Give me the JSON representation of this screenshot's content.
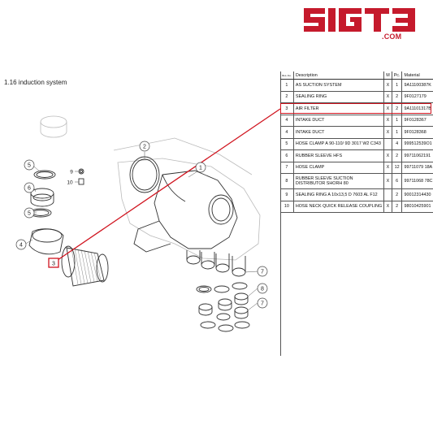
{
  "brand": {
    "logo_text": "SIGT3",
    "domain": ".COM",
    "brand_color": "#c51a2c"
  },
  "section": {
    "title": "1.16  induction system"
  },
  "highlight_color": "#d0141f",
  "diagram": {
    "callouts": [
      "2",
      "1",
      "5",
      "9",
      "10",
      "6",
      "5",
      "4",
      "3",
      "7",
      "8",
      "7"
    ]
  },
  "table": {
    "headers": {
      "pos": "Illus.-No.",
      "description": "Description",
      "m": "M",
      "pc": "Pc.",
      "material": "Material"
    },
    "rows": [
      {
        "pos": "1",
        "description": "AS SUCTION SYSTEM",
        "m": "X",
        "pc": "1",
        "material": "9A11100387K"
      },
      {
        "pos": "2",
        "description": "SEALING RING",
        "m": "X",
        "pc": "2",
        "material": "9F0127179"
      },
      {
        "pos": "3",
        "description": "AIR FILTER",
        "m": "X",
        "pc": "2",
        "material": "9A11101317B"
      },
      {
        "pos": "4",
        "description": "INTAKE DUCT",
        "m": "X",
        "pc": "1",
        "material": "9F0128367"
      },
      {
        "pos": "4",
        "description": "INTAKE DUCT",
        "m": "X",
        "pc": "1",
        "material": "9F0128368"
      },
      {
        "pos": "5",
        "description": "HOSE CLAMP A 90-110/ 9D 3017 W2 C343",
        "m": "",
        "pc": "4",
        "material": "999512539O1"
      },
      {
        "pos": "6",
        "description": "RUBBER SLEEVE HFS",
        "m": "X",
        "pc": "2",
        "material": "99711062191"
      },
      {
        "pos": "7",
        "description": "HOSE CLAMP",
        "m": "X",
        "pc": "12",
        "material": "99711079 18A"
      },
      {
        "pos": "8",
        "description": "RUBBER SLEEVE SUCTION DISTRIBUTOR SHORH 80",
        "m": "X",
        "pc": "6",
        "material": "99711068 78C"
      },
      {
        "pos": "9",
        "description": "SEALING RING A 10x13,5 D 7603 AL F12",
        "m": "",
        "pc": "2",
        "material": "90012314430"
      },
      {
        "pos": "10",
        "description": "HOSE NECK QUICK RELEASE COUPLING",
        "m": "X",
        "pc": "2",
        "material": "98010425901"
      }
    ],
    "highlighted_row": 2
  }
}
